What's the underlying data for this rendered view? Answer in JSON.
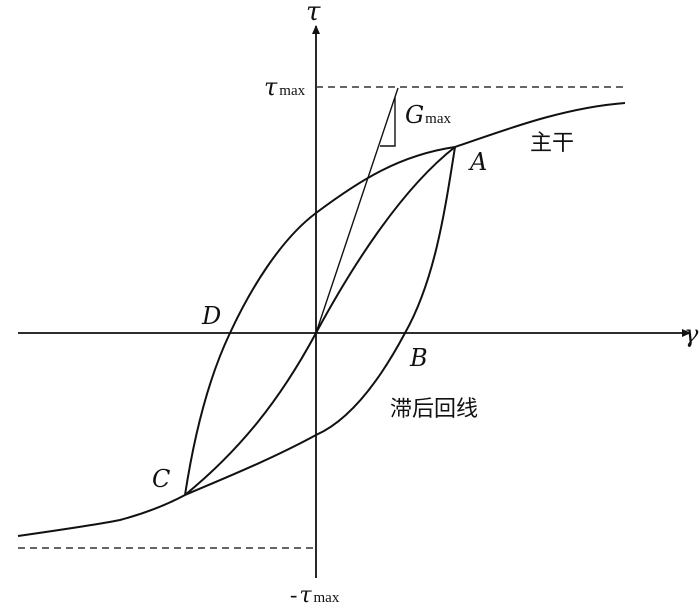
{
  "diagram": {
    "axes": {
      "y_label": "τ",
      "x_label": "γ"
    },
    "limits": {
      "upper_symbol": "τ",
      "upper_sub": "max",
      "lower_prefix": "-",
      "lower_symbol": "τ",
      "lower_sub": "max"
    },
    "modulus": {
      "symbol": "G",
      "sub": "max"
    },
    "points": {
      "a": "A",
      "b": "B",
      "c": "C",
      "d": "D"
    },
    "backbone_label": "主干",
    "hysteresis_label": "滞后回线"
  }
}
